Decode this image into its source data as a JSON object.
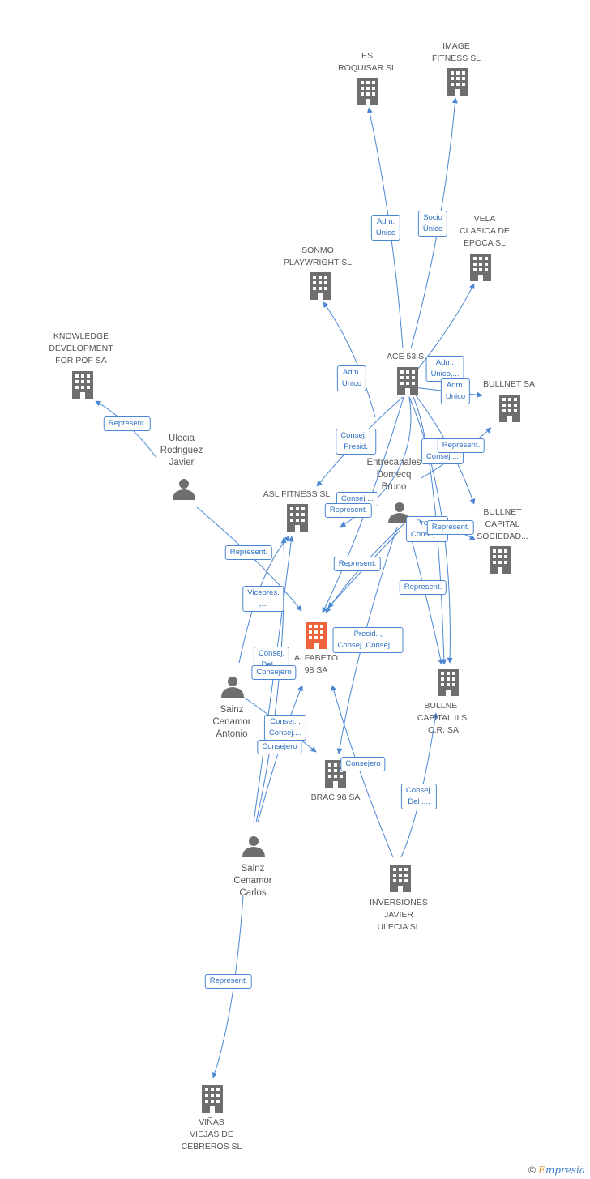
{
  "nodes": [
    {
      "id": "es_roquisar",
      "type": "company",
      "label": "ES\nROQUISAR SL"
    },
    {
      "id": "image_fitness",
      "type": "company",
      "label": "IMAGE\nFITNESS SL"
    },
    {
      "id": "vela_clasica",
      "type": "company",
      "label": "VELA\nCLASICA DE\nEPOCA SL"
    },
    {
      "id": "sonmo",
      "type": "company",
      "label": "SONMO\nPLAYWRIGHT SL"
    },
    {
      "id": "knowledge",
      "type": "company",
      "label": "KNOWLEDGE\nDEVELOPMENT\nFOR POF SA"
    },
    {
      "id": "ace53",
      "type": "company",
      "label": "ACE 53 SL"
    },
    {
      "id": "bullnet_sa",
      "type": "company",
      "label": "BULLNET SA"
    },
    {
      "id": "ulecia_rodriguez",
      "type": "person",
      "label": "Ulecia\nRodriguez\nJavier"
    },
    {
      "id": "entrecanales",
      "type": "person",
      "label": "Entrecanales\nDomecq\nBruno"
    },
    {
      "id": "asl_fitness",
      "type": "company",
      "label": "ASL FITNESS SL"
    },
    {
      "id": "bullnet_capital",
      "type": "company",
      "label": "BULLNET\nCAPITAL\nSOCIEDAD..."
    },
    {
      "id": "alfabeto",
      "type": "company",
      "highlight": true,
      "label": "ALFABETO\n98 SA"
    },
    {
      "id": "sainz_antonio",
      "type": "person",
      "label": "Sainz\nCenamor\nAntonio"
    },
    {
      "id": "bullnet_capital2",
      "type": "company",
      "label": "BULLNET\nCAPITAL II S.\nC.R. SA"
    },
    {
      "id": "brac98",
      "type": "company",
      "label": "BRAC 98 SA"
    },
    {
      "id": "sainz_carlos",
      "type": "person",
      "label": "Sainz\nCenamor\nCarlos"
    },
    {
      "id": "inversiones",
      "type": "company",
      "label": "INVERSIONES\nJAVIER\nULECIA  SL"
    },
    {
      "id": "vinas",
      "type": "company",
      "label": "VIÑAS\nVIEJAS DE\nCEBREROS SL"
    }
  ],
  "edge_labels": [
    {
      "id": "adm_unico_1",
      "text": "Adm.\nUnico"
    },
    {
      "id": "socio_unico",
      "text": "Socio\nÚnico"
    },
    {
      "id": "adm_unico_2",
      "text": "Adm.\nUnico"
    },
    {
      "id": "adm_unico_3",
      "text": "Adm.\nUnico,..."
    },
    {
      "id": "adm_unico_4",
      "text": "Adm.\nUnico"
    },
    {
      "id": "represent_1",
      "text": "Represent."
    },
    {
      "id": "consej_presid",
      "text": "Consej. ,\nPresid."
    },
    {
      "id": "p_consej",
      "text": "P...\nConsej...."
    },
    {
      "id": "represent_2",
      "text": "Represent."
    },
    {
      "id": "consej_1",
      "text": "Consej...."
    },
    {
      "id": "represent_3",
      "text": "Represent."
    },
    {
      "id": "pres_consej",
      "text": "Pres...\nConsej...."
    },
    {
      "id": "represent_4",
      "text": "Represent."
    },
    {
      "id": "represent_5",
      "text": "Represent."
    },
    {
      "id": "represent_6",
      "text": "Represent."
    },
    {
      "id": "vicepres",
      "text": "Vicepres.\n,..."
    },
    {
      "id": "represent_7",
      "text": "Represent."
    },
    {
      "id": "presid_consej",
      "text": "Presid. ,\nConsej.,Consej...."
    },
    {
      "id": "consej_del_1",
      "text": "Consej.\nDel...."
    },
    {
      "id": "consejero_1",
      "text": "Consejero"
    },
    {
      "id": "consej_consej",
      "text": "Consej. ,\nConsej...."
    },
    {
      "id": "consejero_2",
      "text": "Consejero"
    },
    {
      "id": "consejero_3",
      "text": "Consejero"
    },
    {
      "id": "consej_del_2",
      "text": "Consej.\nDel ...."
    },
    {
      "id": "represent_8",
      "text": "Represent."
    }
  ],
  "colors": {
    "edge": "#4a86d4",
    "node": "#6e6e6e",
    "highlight": "#f0623a"
  },
  "footer": {
    "symbol": "©",
    "brand_initial": "E",
    "brand_rest": "mpresia"
  }
}
